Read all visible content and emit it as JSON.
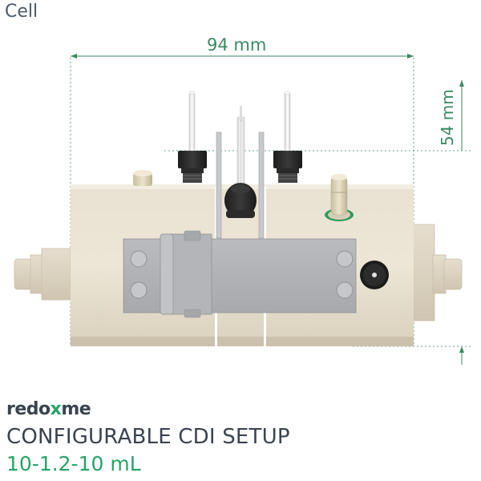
{
  "page": {
    "label": "Cell"
  },
  "dimensions": {
    "width": "94 mm",
    "height": "54 mm"
  },
  "brand": {
    "name_prefix": "redo",
    "name_mark": "x",
    "name_suffix": "me"
  },
  "product": {
    "title": "CONFIGURABLE CDI SETUP",
    "volume": "10-1.2-10 mL"
  },
  "colors": {
    "accent": "#27a468",
    "dimension": "#3a8a62",
    "text": "#3a4450",
    "body": "#e8e0cf"
  }
}
